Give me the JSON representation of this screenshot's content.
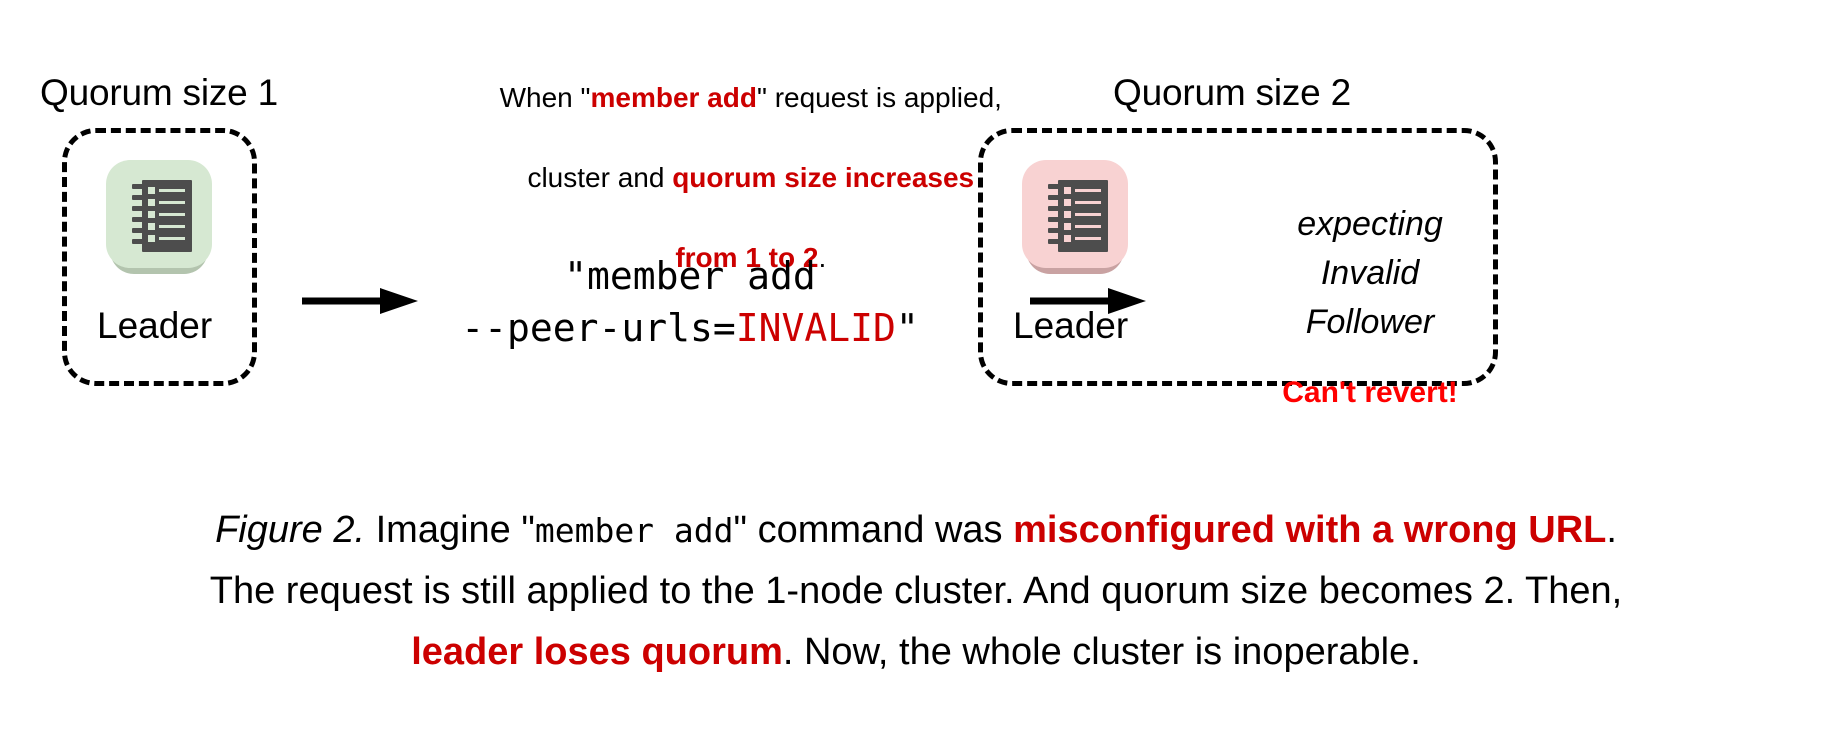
{
  "figure": {
    "left_cluster": {
      "title": "Quorum size 1",
      "node_label": "Leader",
      "node_icon": "server-rack-icon",
      "tile_color": "#D6E8D2",
      "tile_shadow_color": "#B3C4AE",
      "icon_color": "#4D4D4D"
    },
    "right_cluster": {
      "title": "Quorum size 2",
      "node_label": "Leader",
      "node_icon": "server-rack-icon",
      "tile_color": "#F8D2D2",
      "tile_shadow_color": "#C9A2A2",
      "icon_color": "#4D4D4D",
      "follower_note": [
        "expecting",
        "Invalid",
        "Follower"
      ],
      "warning": "Can't revert!"
    },
    "annotation": {
      "line1_pre": "When \"",
      "line1_em": "member add",
      "line1_post": "\" request is applied,",
      "line2_pre": "cluster and ",
      "line2_em": "quorum size increases",
      "line3_em": "from 1 to 2",
      "line3_post": "."
    },
    "command": {
      "line1": "\"member add",
      "line2_pre": "--peer-urls=",
      "line2_em": "INVALID",
      "line2_post": "\""
    },
    "arrows": [
      {
        "name": "arrow-left-to-command"
      },
      {
        "name": "arrow-command-to-right"
      }
    ],
    "caption": {
      "label": "Figure 2.",
      "seg1": " Imagine \"",
      "seg2_mono": "member add",
      "seg3": "\" command was ",
      "seg4_em": "misconfigured with a wrong URL",
      "seg5": ".",
      "seg6": "The request is still applied to the 1-node cluster. And quorum size becomes 2. Then,",
      "seg7_em": "leader loses quorum",
      "seg8": ". Now, the whole cluster is inoperable."
    },
    "colors": {
      "accent_red": "#CC0000",
      "bright_red": "#FF0000",
      "text_black": "#000000",
      "background": "#FFFFFF"
    }
  }
}
